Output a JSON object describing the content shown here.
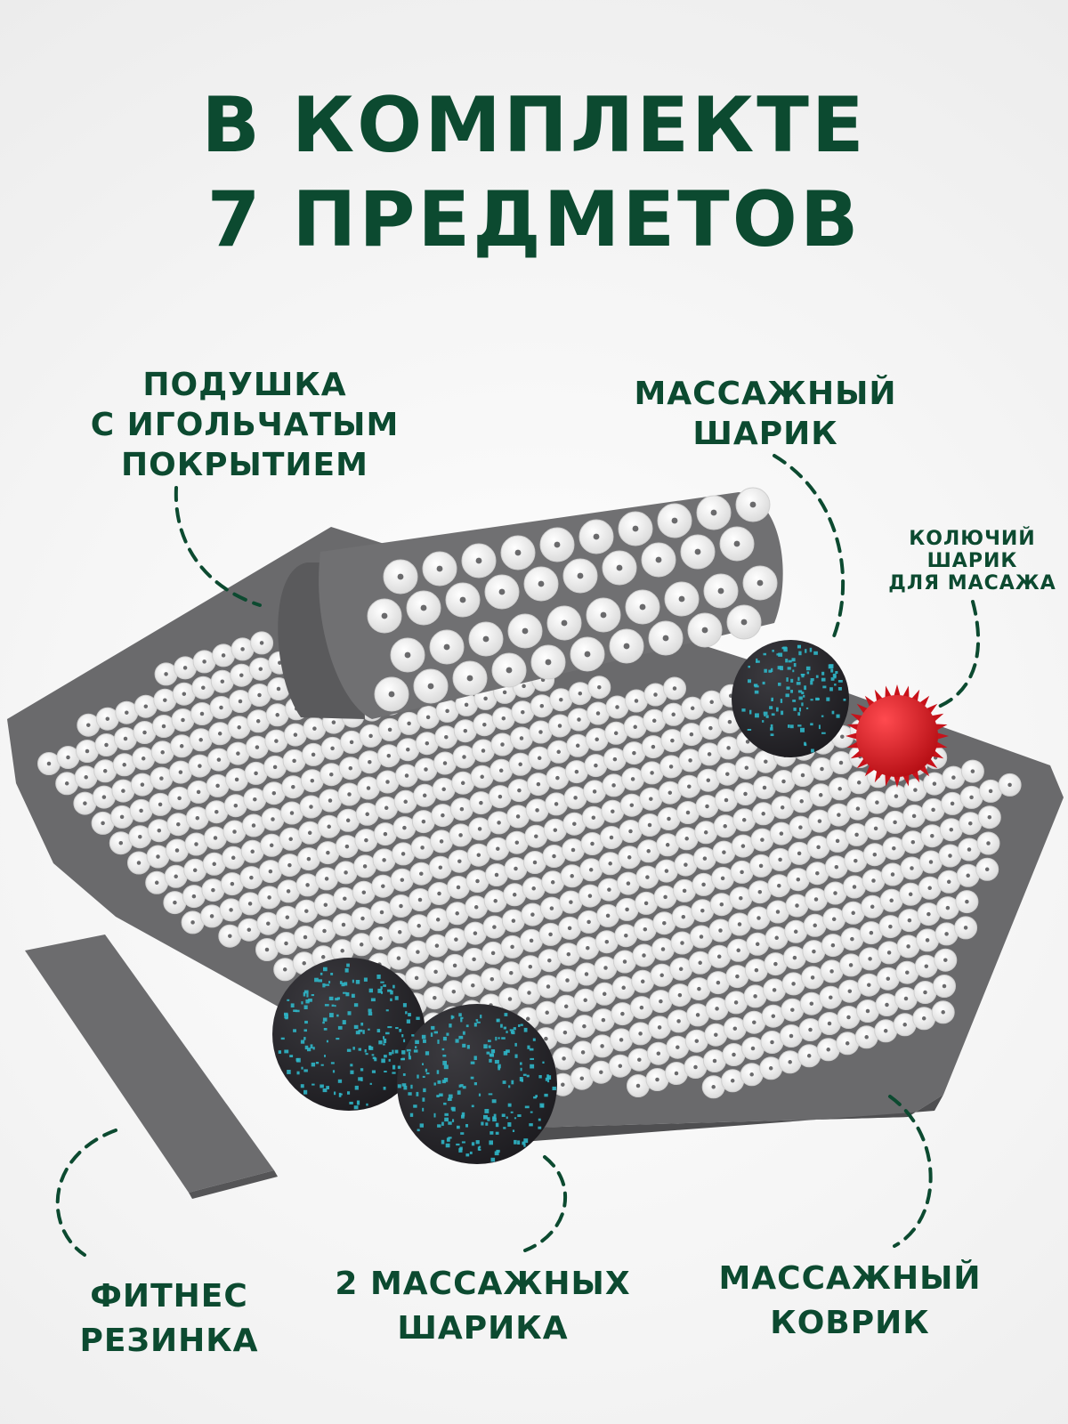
{
  "heading": {
    "line1": "В КОМПЛЕКТЕ",
    "line2": "7 ПРЕДМЕТОВ"
  },
  "labels": {
    "pillow": [
      "ПОДУШКА",
      "С ИГОЛЬЧАТЫМ",
      "ПОКРЫТИЕМ"
    ],
    "massage_ball": [
      "МАССАЖНЫЙ",
      "ШАРИК"
    ],
    "spiky_ball": [
      "КОЛЮЧИЙ",
      "ШАРИК",
      "ДЛЯ МАСАЖА"
    ],
    "fitness_band": [
      "ФИТНЕС",
      "РЕЗИНКА"
    ],
    "double_ball": [
      "2 МАССАЖНЫХ",
      "ШАРИКА"
    ],
    "mat": [
      "МАССАЖНЫЙ",
      "КОВРИК"
    ]
  },
  "colors": {
    "brand_green": "#0c4a30",
    "mat_gray": "#6b6b6d",
    "spike_white": "#f2f2f2",
    "ball_dark": "#2b2a2e",
    "speckle_blue": "#2fb6c8",
    "spiky_red": "#d9161d"
  }
}
